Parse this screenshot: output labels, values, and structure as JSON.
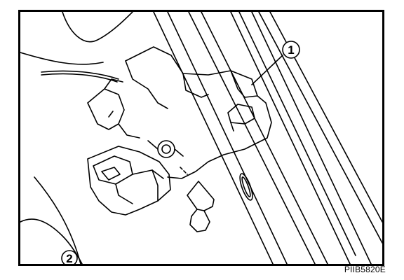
{
  "figure": {
    "reference_code": "PIIB5820E",
    "callouts": [
      {
        "label": "1"
      }
    ],
    "partial_marker": "2"
  },
  "colors": {
    "line": "#000000",
    "background": "#ffffff"
  }
}
